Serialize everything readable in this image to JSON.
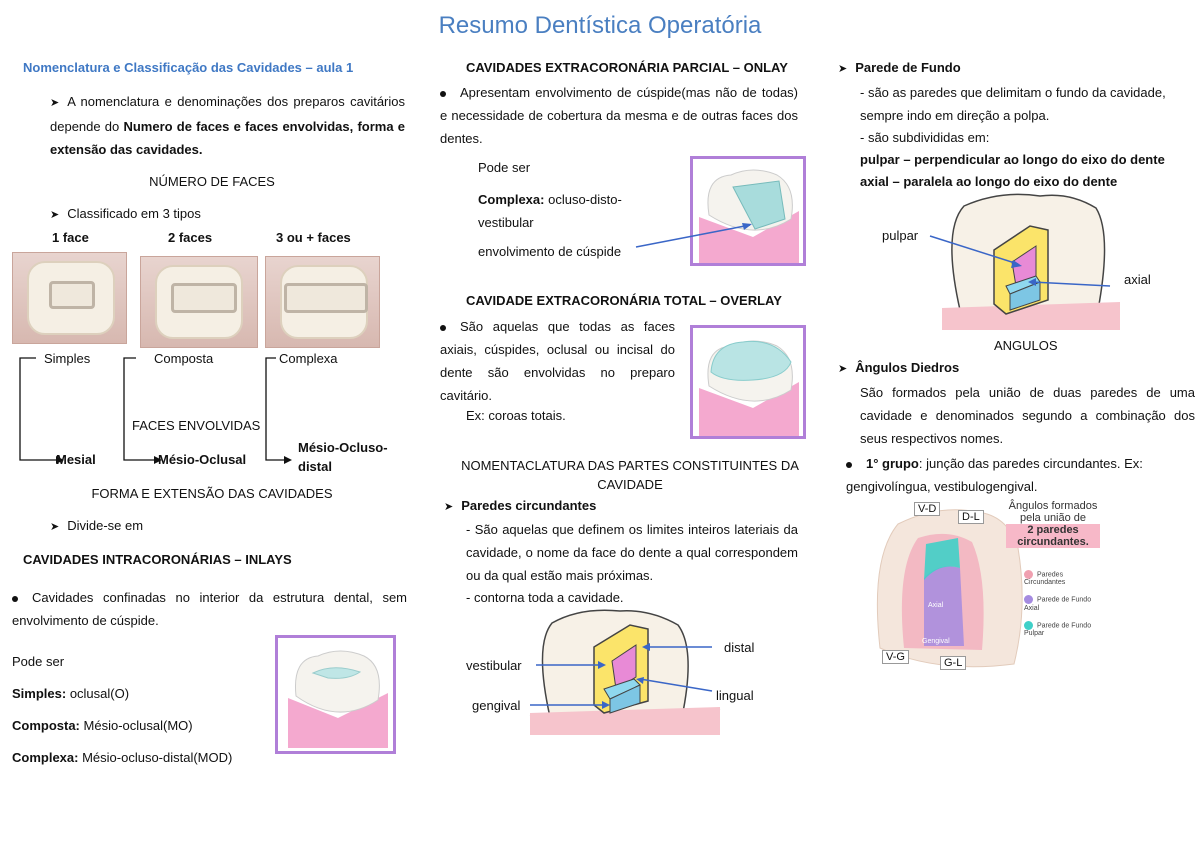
{
  "title": "Resumo Dentística Operatória",
  "col1": {
    "heading": "Nomenclatura e Classificação das Cavidades – aula 1",
    "intro_a": "A nomenclatura e denominações dos preparos cavitários depende do",
    "intro_b": "Numero de faces e faces envolvidas, forma e extensão das cavidades.",
    "numero_faces": "NÚMERO DE FACES",
    "classificado": "Classificado em 3 tipos",
    "face_labels": [
      "1 face",
      "2 faces",
      "3 ou + faces"
    ],
    "types": [
      "Simples",
      "Composta",
      "Complexa"
    ],
    "faces_envolvidas": "FACES ENVOLVIDAS",
    "face_results": [
      "Mesial",
      "Mésio-Oclusal",
      "Mésio-Ocluso-distal"
    ],
    "forma_extensao": "FORMA E EXTENSÃO DAS CAVIDADES",
    "divide": "Divide-se em",
    "inlays_heading": "CAVIDADES INTRACORONÁRIAS – INLAYS",
    "inlays_text": "Cavidades confinadas no interior da estrutura dental, sem envolvimento de cúspide.",
    "pode_ser": "Pode ser",
    "simples_label": "Simples:",
    "simples_val": "oclusal(O)",
    "composta_label": "Composta:",
    "composta_val": "Mésio-oclusal(MO)",
    "complexa_label": "Complexa:",
    "complexa_val": "Mésio-ocluso-distal(MOD)"
  },
  "col2": {
    "onlay_heading": "CAVIDADES EXTRACORONÁRIA PARCIAL – ONLAY",
    "onlay_text": "Apresentam envolvimento de cúspide(mas não de todas) e necessidade de cobertura da mesma e de outras faces dos dentes.",
    "pode_ser": "Pode ser",
    "complexa_label": "Complexa:",
    "complexa_val": "ocluso-disto-vestibular",
    "envolvimento": "envolvimento de cúspide",
    "overlay_heading": "CAVIDADE EXTRACORONÁRIA TOTAL – OVERLAY",
    "overlay_text": "São aquelas que todas as faces axiais, cúspides, oclusal ou incisal do dente são envolvidas no preparo cavitário.",
    "overlay_ex": "Ex: coroas totais.",
    "nomenclatura": "NOMENTACLATURA DAS PARTES CONSTITUINTES DA CAVIDADE",
    "paredes_circ": "Paredes circundantes",
    "paredes_circ_text1": "- São aquelas que definem os limites inteiros lateriais da cavidade, o nome da face do dente a qual correspondem ou da qual estão mais próximas.",
    "paredes_circ_text2": "- contorna toda a cavidade.",
    "labels": {
      "distal": "distal",
      "vestibular": "vestibular",
      "lingual": "lingual",
      "gengival": "gengival"
    }
  },
  "col3": {
    "parede_fundo": "Parede de Fundo",
    "fundo_1": "- são as paredes que delimitam o fundo da cavidade, sempre indo em direção a polpa.",
    "fundo_2": "- são subdivididas em:",
    "pulpar_line": "pulpar – perpendicular ao longo do eixo do dente",
    "axial_line": "axial – paralela ao longo do eixo do dente",
    "label_pulpar": "pulpar",
    "label_axial": "axial",
    "angulos": "ANGULOS",
    "angulos_diedros": "Ângulos Diedros",
    "diedros_text": "São formados pela união de duas paredes de uma cavidade e denominados segundo a combinação dos seus respectivos nomes.",
    "grupo_label": "1° grupo",
    "grupo_text": ": junção das paredes circundantes. Ex: gengivolíngua, vestibulogengival.",
    "fig": {
      "caption1": "Ângulos formados",
      "caption2": "pela união de",
      "caption3": "2 paredes",
      "caption4": "circundantes.",
      "vd": "V-D",
      "dl": "D-L",
      "vg": "V-G",
      "gl": "G-L",
      "axial": "Axial",
      "gengival": "Gengival",
      "legend": [
        "Paredes Circundantes",
        "Parede de Fundo Axial",
        "Parede de Fundo Pulpar"
      ],
      "legend_colors": [
        "#f0a0b0",
        "#a58be0",
        "#40d0c8"
      ]
    }
  }
}
